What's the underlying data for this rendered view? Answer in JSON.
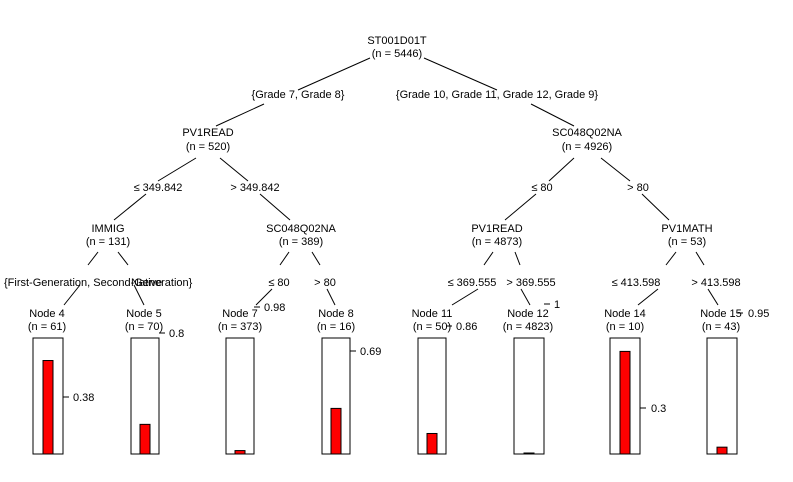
{
  "colors": {
    "bar": "#ff0000",
    "bar_outline": "#000000",
    "line": "#000000",
    "background": "#ffffff"
  },
  "inner_nodes": [
    {
      "id": "n1",
      "var": "ST001D01T",
      "n": "(n = 5446)"
    },
    {
      "id": "n2",
      "var": "PV1READ",
      "n": "(n = 520)"
    },
    {
      "id": "n3",
      "var": "IMMIG",
      "n": "(n = 131)"
    },
    {
      "id": "n6",
      "var": "SC048Q02NA",
      "n": "(n = 389)"
    },
    {
      "id": "n9",
      "var": "SC048Q02NA",
      "n": "(n = 4926)"
    },
    {
      "id": "n10",
      "var": "PV1READ",
      "n": "(n = 4873)"
    },
    {
      "id": "n13",
      "var": "PV1MATH",
      "n": "(n = 53)"
    }
  ],
  "edge_labels": [
    {
      "id": "e1l",
      "text": "{Grade 7, Grade 8}"
    },
    {
      "id": "e1r",
      "text": "{Grade 10, Grade 11, Grade 12, Grade 9}"
    },
    {
      "id": "e2l",
      "text": "≤ 349.842"
    },
    {
      "id": "e2r",
      "text": "> 349.842"
    },
    {
      "id": "e3l",
      "text": "{First-Generation, Second-Generation}"
    },
    {
      "id": "e3r",
      "text": "Native"
    },
    {
      "id": "e6l",
      "text": "≤ 80"
    },
    {
      "id": "e6r",
      "text": "> 80"
    },
    {
      "id": "e9l",
      "text": "≤ 80"
    },
    {
      "id": "e9r",
      "text": "> 80"
    },
    {
      "id": "e10l",
      "text": "≤ 369.555"
    },
    {
      "id": "e10r",
      "text": "> 369.555"
    },
    {
      "id": "e13l",
      "text": "≤ 413.598"
    },
    {
      "id": "e13r",
      "text": "> 413.598"
    }
  ],
  "terminal_nodes": [
    {
      "id": "t4",
      "label": "Node 4",
      "n": "(n = 61)",
      "value": 0.82,
      "tick": "0.38"
    },
    {
      "id": "t5",
      "label": "Node 5",
      "n": "(n = 70)",
      "value": 0.26,
      "tick": "0.8"
    },
    {
      "id": "t7",
      "label": "Node 7",
      "n": "(n = 373)",
      "value": 0.03,
      "tick": "0.98"
    },
    {
      "id": "t8",
      "label": "Node 8",
      "n": "(n = 16)",
      "value": 0.4,
      "tick": "0.69"
    },
    {
      "id": "t11",
      "label": "Node 11",
      "n": "(n = 50)",
      "value": 0.18,
      "tick": "0.86"
    },
    {
      "id": "t12",
      "label": "Node 12",
      "n": "(n = 4823)",
      "value": 0.0,
      "tick": "1"
    },
    {
      "id": "t14",
      "label": "Node 14",
      "n": "(n = 10)",
      "value": 0.9,
      "tick": "0.3"
    },
    {
      "id": "t15",
      "label": "Node 15",
      "n": "(n = 43)",
      "value": 0.06,
      "tick": "0.95"
    }
  ]
}
